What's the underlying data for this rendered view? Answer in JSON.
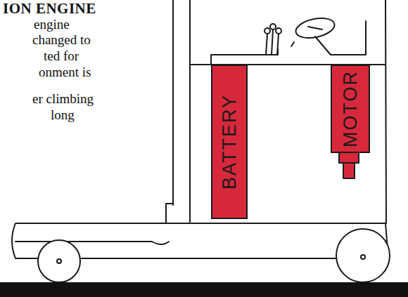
{
  "diagram": {
    "title": "ION ENGINE",
    "nodes": [
      {
        "text": [
          "BATTERY"
        ]
      },
      {
        "text": [
          "MOTOR"
        ]
      }
    ],
    "labels": [
      "engine",
      "changed to",
      "ted for",
      "onment is",
      "er climbing",
      "long"
    ]
  }
}
